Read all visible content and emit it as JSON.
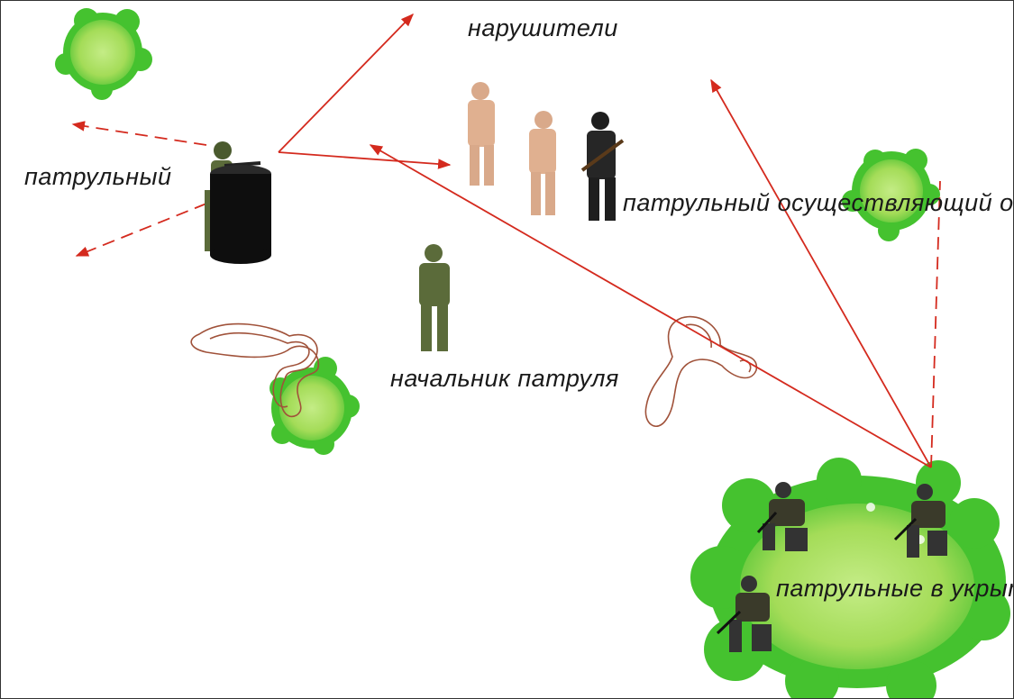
{
  "labels": {
    "intruders": "нарушители",
    "sentry": "патрульный",
    "searcher_line1": "патрульный",
    "searcher_line2": "осуществляющий",
    "searcher_line3": "обыск",
    "commander_line1": "начальник",
    "commander_line2": "патруля",
    "covered_line1": "патрульные",
    "covered_line2": "в укрытии"
  },
  "colors": {
    "arrow": "#d42a1e",
    "bush_light": "#a8e05a",
    "bush_dark": "#3fbf2a",
    "terrain": "#a0523a",
    "uniform_green": "#5b6b3a",
    "uniform_desert": "#d9a98a",
    "uniform_black": "#1e1e1e"
  }
}
